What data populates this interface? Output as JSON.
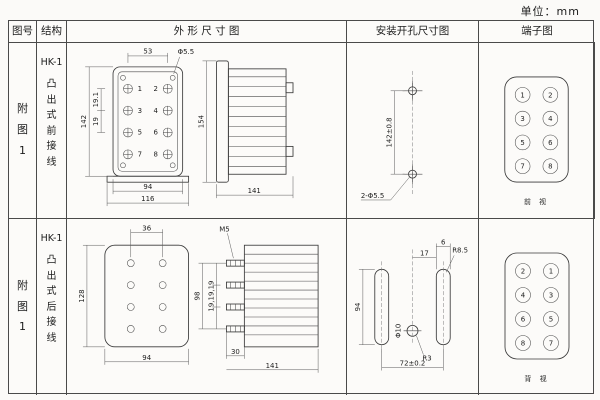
{
  "unit_label": "单位：mm",
  "headers": {
    "fig_no": "图号",
    "structure": "结构",
    "outline": "外 形 尺 寸 图",
    "mounting": "安装开孔尺寸图",
    "terminal": "端子图"
  },
  "rows": [
    {
      "fig_no": "附\n图\n1",
      "model": "HK-1",
      "structure_desc": "凸\n出\n式\n前\n接\n线",
      "outline": {
        "front": {
          "dim_top": "53",
          "hole_label": "Φ5.5",
          "dim_height": "142",
          "dim_pitch_a": "19.1",
          "dim_pitch_b": "19",
          "dim_body_width": "94",
          "dim_flange_width": "116",
          "numbers": [
            "1",
            "2",
            "3",
            "4",
            "5",
            "6",
            "7",
            "8"
          ]
        },
        "side": {
          "dim_height": "154",
          "dim_depth": "141"
        }
      },
      "mounting": {
        "dim_span": "142±0.8",
        "holes_label": "2-Φ5.5"
      },
      "terminal": {
        "numbers": [
          "1",
          "2",
          "3",
          "4",
          "5",
          "6",
          "7",
          "8"
        ],
        "view_label": "前 视"
      }
    },
    {
      "fig_no": "附\n图\n1",
      "model": "HK-1",
      "structure_desc": "凸\n出\n式\n后\n接\n线",
      "outline": {
        "rear": {
          "dim_top": "36",
          "dim_height": "128",
          "dim_width": "94"
        },
        "side": {
          "thread": "M5",
          "dim_height": "98",
          "dim_pitches": "19,19,19",
          "dim_front": "30",
          "dim_depth": "141"
        }
      },
      "mounting": {
        "dim_a": "17",
        "dim_b": "6",
        "radius_label": "R8.5",
        "dim_height": "94",
        "hole_label": "Φ10",
        "radius_small_label": "R3",
        "dim_span": "72±0.2"
      },
      "terminal": {
        "numbers": [
          "2",
          "1",
          "4",
          "3",
          "6",
          "5",
          "8",
          "7"
        ],
        "view_label": "背 视"
      }
    }
  ]
}
